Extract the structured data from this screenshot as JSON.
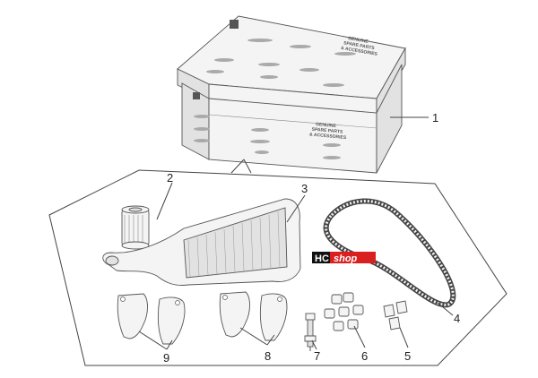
{
  "box": {
    "lid_heading": [
      "GENUINE",
      "SPARE PARTS",
      "& ACCESSORIES"
    ],
    "front_heading": [
      "GENUINE",
      "SPARE PARTS",
      "& ACCESSORIES"
    ]
  },
  "watermark": {
    "left": "HC",
    "right": "shop",
    "bg_left": "#111111",
    "bg_right": "#d9201f"
  },
  "callouts": [
    "1",
    "2",
    "3",
    "4",
    "5",
    "6",
    "7",
    "8",
    "9"
  ]
}
